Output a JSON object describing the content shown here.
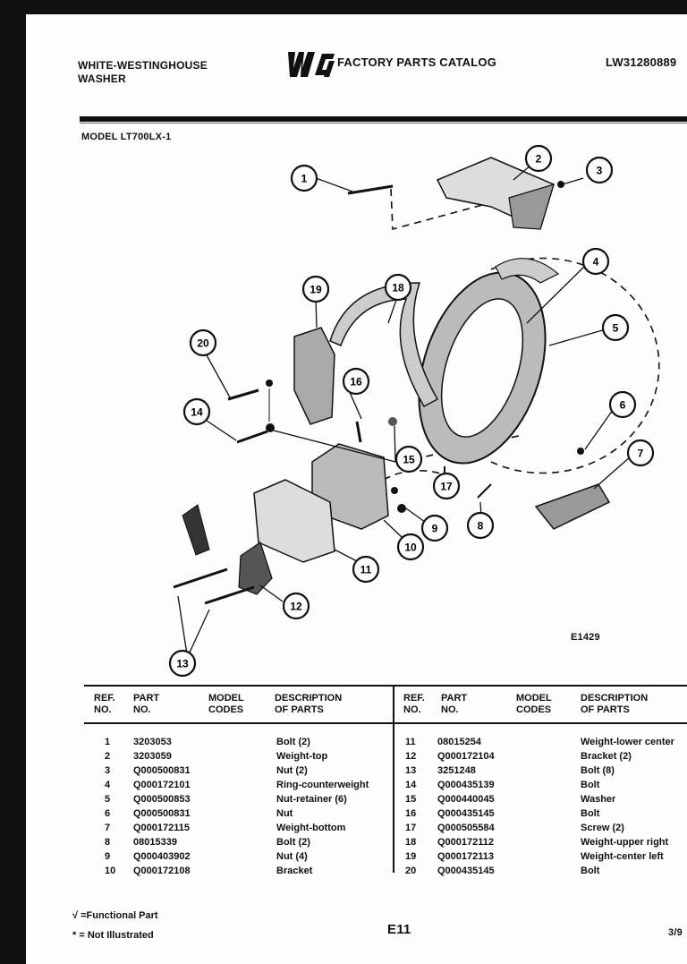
{
  "header": {
    "brand_line1": "WHITE-WESTINGHOUSE",
    "brand_line2": "WASHER",
    "logo_text": "WCI",
    "catalog_title": "FACTORY PARTS CATALOG",
    "catalog_number": "LW31280889",
    "model": "MODEL LT700LX-1"
  },
  "diagram": {
    "code": "E1429",
    "callouts": [
      "1",
      "2",
      "3",
      "4",
      "5",
      "6",
      "7",
      "8",
      "9",
      "10",
      "11",
      "12",
      "13",
      "14",
      "15",
      "16",
      "17",
      "18",
      "19",
      "20"
    ]
  },
  "table": {
    "headers": {
      "ref": "REF.\nNO.",
      "part": "PART\nNO.",
      "model": "MODEL\nCODES",
      "desc": "DESCRIPTION\nOF PARTS"
    },
    "left_rows": [
      {
        "ref": "1",
        "part": "3203053",
        "desc": "Bolt (2)"
      },
      {
        "ref": "2",
        "part": "3203059",
        "desc": "Weight-top"
      },
      {
        "ref": "3",
        "part": "Q000500831",
        "desc": "Nut (2)"
      },
      {
        "ref": "4",
        "part": "Q000172101",
        "desc": "Ring-counterweight"
      },
      {
        "ref": "5",
        "part": "Q000500853",
        "desc": "Nut-retainer (6)"
      },
      {
        "ref": "6",
        "part": "Q000500831",
        "desc": "Nut"
      },
      {
        "ref": "7",
        "part": "Q000172115",
        "desc": "Weight-bottom"
      },
      {
        "ref": "8",
        "part": "08015339",
        "desc": "Bolt (2)"
      },
      {
        "ref": "9",
        "part": "Q000403902",
        "desc": "Nut (4)"
      },
      {
        "ref": "10",
        "part": "Q000172108",
        "desc": "Bracket"
      }
    ],
    "right_rows": [
      {
        "ref": "11",
        "part": "08015254",
        "desc": "Weight-lower center"
      },
      {
        "ref": "12",
        "part": "Q000172104",
        "desc": "Bracket (2)"
      },
      {
        "ref": "13",
        "part": "3251248",
        "desc": "Bolt (8)"
      },
      {
        "ref": "14",
        "part": "Q000435139",
        "desc": "Bolt"
      },
      {
        "ref": "15",
        "part": "Q000440045",
        "desc": "Washer"
      },
      {
        "ref": "16",
        "part": "Q000435145",
        "desc": "Bolt"
      },
      {
        "ref": "17",
        "part": "Q000505584",
        "desc": "Screw (2)"
      },
      {
        "ref": "18",
        "part": "Q000172112",
        "desc": "Weight-upper right"
      },
      {
        "ref": "19",
        "part": "Q000172113",
        "desc": "Weight-center left"
      },
      {
        "ref": "20",
        "part": "Q000435145",
        "desc": "Bolt"
      }
    ]
  },
  "footer": {
    "legend_functional": "√ =Functional Part",
    "legend_not_illustrated": "* = Not Illustrated",
    "page_number": "E11",
    "page_fraction": "3/9"
  }
}
